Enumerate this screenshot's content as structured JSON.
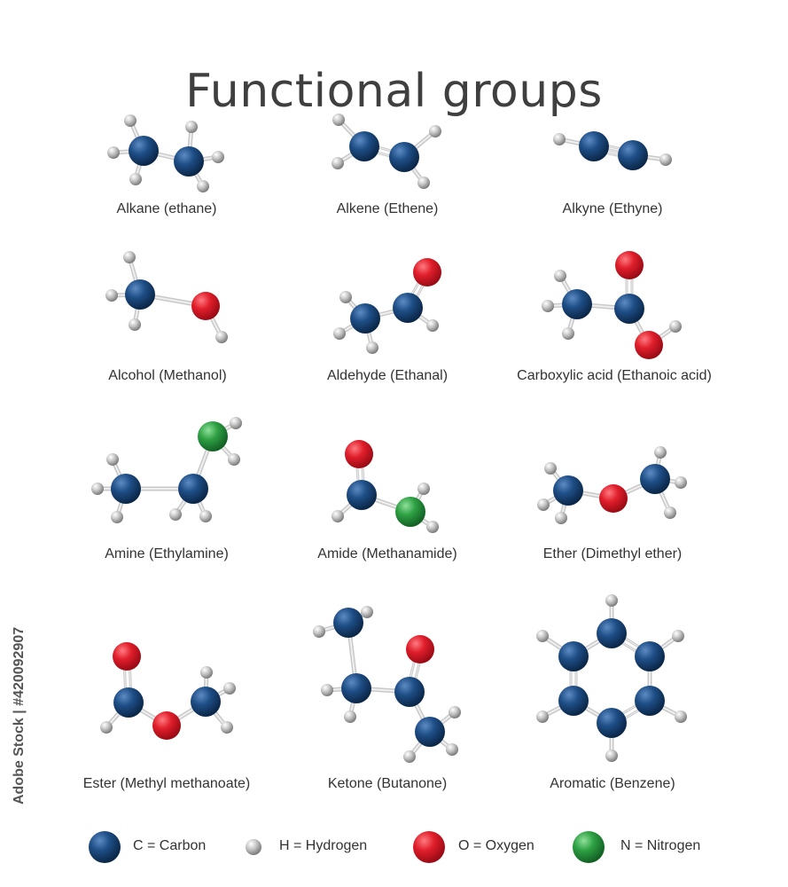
{
  "title": "Functional groups",
  "colors": {
    "carbon": "#1e4e86",
    "hydrogen": "#bdbdbd",
    "oxygen": "#e01e2b",
    "nitrogen": "#2ea043",
    "bond": "#c8c8c8"
  },
  "molecules": [
    {
      "id": "alkane",
      "label": "Alkane (ethane)"
    },
    {
      "id": "alkene",
      "label": "Alkene (Ethene)"
    },
    {
      "id": "alkyne",
      "label": "Alkyne (Ethyne)"
    },
    {
      "id": "alcohol",
      "label": "Alcohol (Methanol)"
    },
    {
      "id": "aldehyde",
      "label": "Aldehyde (Ethanal)"
    },
    {
      "id": "carboxylic",
      "label": "Carboxylic acid (Ethanoic acid)"
    },
    {
      "id": "amine",
      "label": "Amine (Ethylamine)"
    },
    {
      "id": "amide",
      "label": "Amide (Methanamide)"
    },
    {
      "id": "ether",
      "label": "Ether (Dimethyl ether)"
    },
    {
      "id": "ester",
      "label": "Ester (Methyl methanoate)"
    },
    {
      "id": "ketone",
      "label": "Ketone (Butanone)"
    },
    {
      "id": "aromatic",
      "label": "Aromatic (Benzene)"
    }
  ],
  "legend": [
    {
      "element": "carbon",
      "label": "C = Carbon"
    },
    {
      "element": "hydrogen",
      "label": "H = Hydrogen"
    },
    {
      "element": "oxygen",
      "label": "O = Oxygen"
    },
    {
      "element": "nitrogen",
      "label": "N = Nitrogen"
    }
  ],
  "stock_id": "Adobe Stock | #420092907"
}
